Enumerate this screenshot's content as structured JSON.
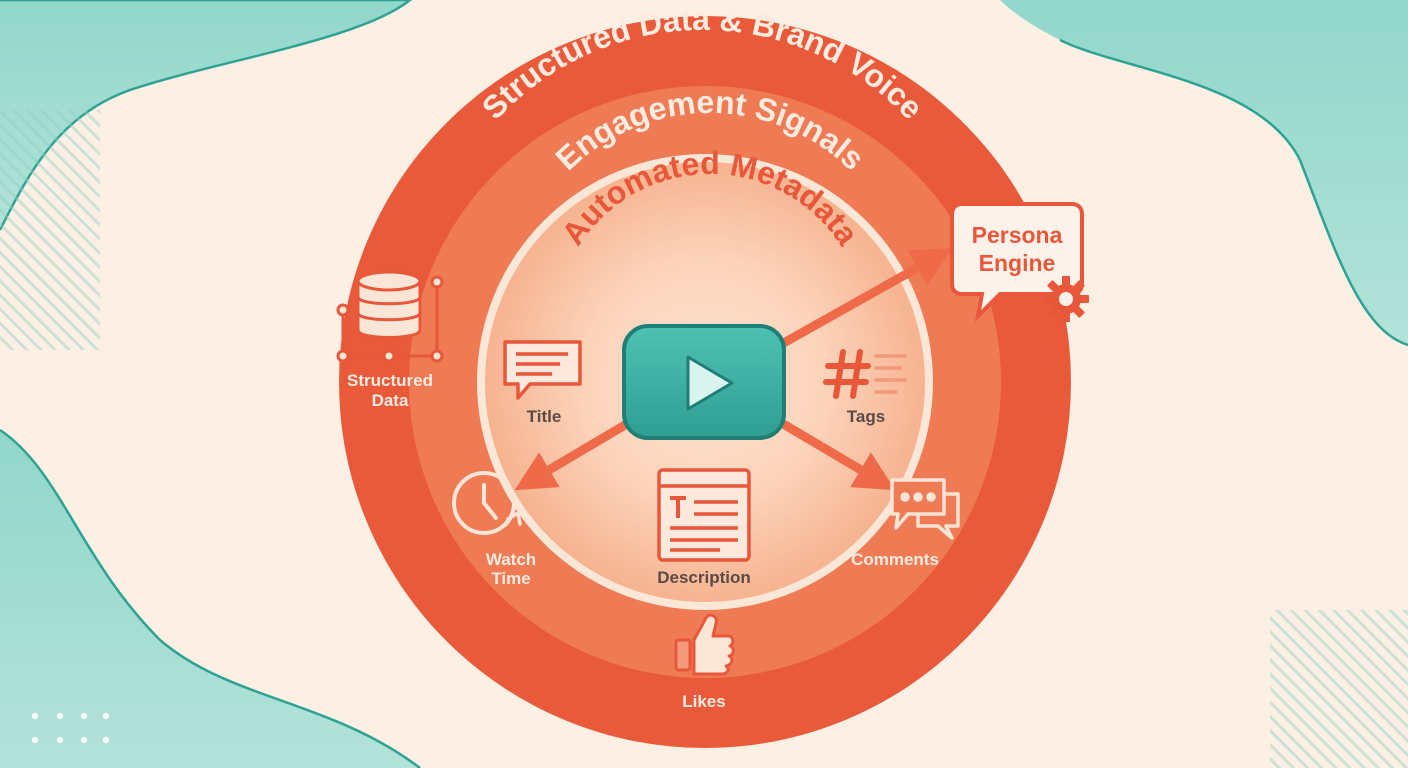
{
  "rings": {
    "outer": "Structured Data & Brand Voice",
    "middle": "Engagement Signals",
    "inner": "Automated Metadata"
  },
  "nodes": {
    "title": "Title",
    "tags": "Tags",
    "description": "Description",
    "watch_time_line1": "Watch",
    "watch_time_line2": "Time",
    "comments": "Comments",
    "likes": "Likes",
    "structured_data_line1": "Structured",
    "structured_data_line2": "Data",
    "persona_line1": "Persona",
    "persona_line2": "Engine"
  },
  "colors": {
    "accent": "#e8573a",
    "teal": "#3bb0a4",
    "background": "#fcefe4",
    "text_dark": "#5a4a44"
  },
  "icons": {
    "center": "play-video-icon",
    "title": "title-card-icon",
    "tags": "hashtag-icon",
    "description": "document-icon",
    "watch_time": "clock-icon",
    "comments": "chat-bubbles-icon",
    "likes": "thumbs-up-icon",
    "structured_data": "database-icon",
    "persona": "gear-icon"
  }
}
